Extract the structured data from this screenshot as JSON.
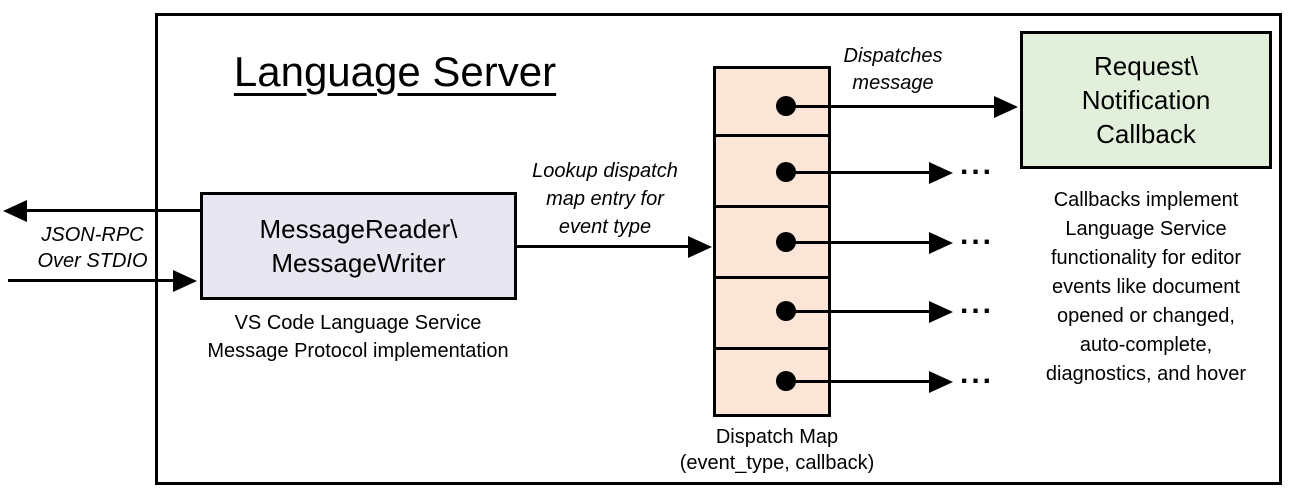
{
  "colors": {
    "reader_box_bg": "#e8e6f0",
    "dispatch_cell_bg": "#fbe5d6",
    "callback_box_bg": "#e2efda",
    "stroke": "#000000",
    "background": "#ffffff"
  },
  "diagram": {
    "title": "Language Server",
    "left_channel": {
      "label": "JSON-RPC\nOver STDIO"
    },
    "reader_box": {
      "label": "MessageReader\\\nMessageWriter",
      "caption": "VS Code Language Service\nMessage Protocol implementation"
    },
    "lookup_arrow_label": "Lookup dispatch\nmap entry for\nevent type",
    "dispatch_map": {
      "caption": "Dispatch Map\n(event_type, callback)",
      "row_count": 5
    },
    "dispatches_arrow_label": "Dispatches\nmessage",
    "callback_box": {
      "label": "Request\\\nNotification\nCallback"
    },
    "callbacks_note": "Callbacks implement\nLanguage Service\nfunctionality for editor\nevents like document\nopened or changed,\nauto-complete,\ndiagnostics, and hover",
    "ellipsis": "..."
  }
}
